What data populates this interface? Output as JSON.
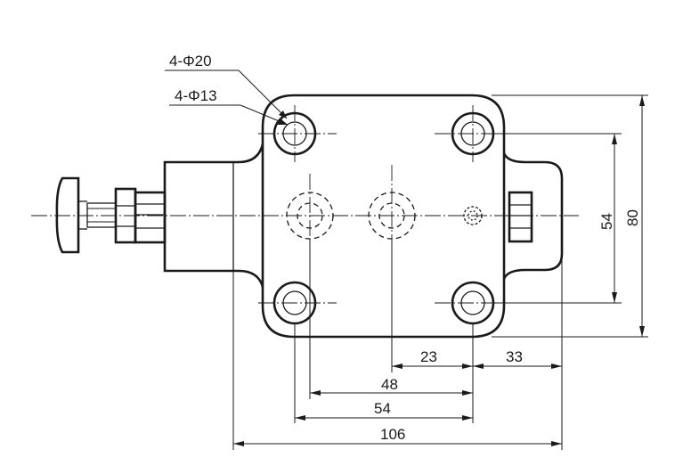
{
  "callouts": {
    "counterbore_label": "4-Φ20",
    "hole_label": "4-Φ13"
  },
  "dimensions": {
    "hole_to_center": "23",
    "center_to_edge": "33",
    "port_spacing": "48",
    "hole_spacing_horizontal": "54",
    "overall_length": "106",
    "hole_spacing_vertical": "54",
    "overall_height": "80"
  }
}
